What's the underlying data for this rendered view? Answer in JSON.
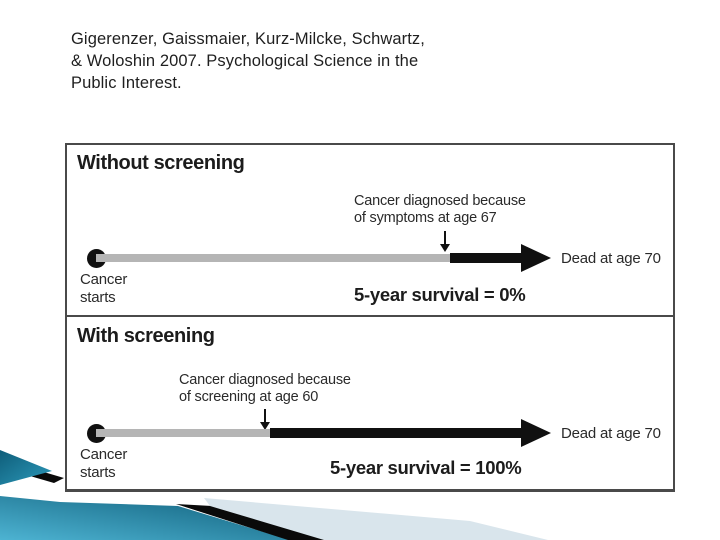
{
  "slide": {
    "citation": "Gigerenzer, Gaissmaier, Kurz-Milcke, Schwartz,\n& Woloshin 2007. Psychological Science in the\nPublic Interest."
  },
  "figure": {
    "description": "Lead-time bias diagram comparing survival timelines",
    "panels": [
      {
        "title": "Without screening",
        "annotation": "Cancer diagnosed because\nof symptoms at age 67",
        "start_label": "Cancer\nstarts",
        "end_label": "Dead at age 70",
        "survival_label": "5-year survival = 0%",
        "diagnosis_age": 67,
        "death_age": 70,
        "survival_pct": "0%"
      },
      {
        "title": "With screening",
        "annotation": "Cancer diagnosed because\nof screening at age 60",
        "start_label": "Cancer\nstarts",
        "end_label": "Dead at age 70",
        "survival_label": "5-year survival = 100%",
        "diagnosis_age": 60,
        "death_age": 70,
        "survival_pct": "100%"
      }
    ],
    "colors": {
      "pre_diagnosis_bar": "#b5b5b5",
      "post_diagnosis_bar": "#101010",
      "border": "#4a4a4a"
    }
  },
  "decoration": {
    "colors": {
      "teal_dark": "#0e5d79",
      "teal_mid": "#2d9abb",
      "teal_light": "#4db3d2",
      "black": "#0a0a0a",
      "pale_blue": "#d9e5ec"
    }
  }
}
